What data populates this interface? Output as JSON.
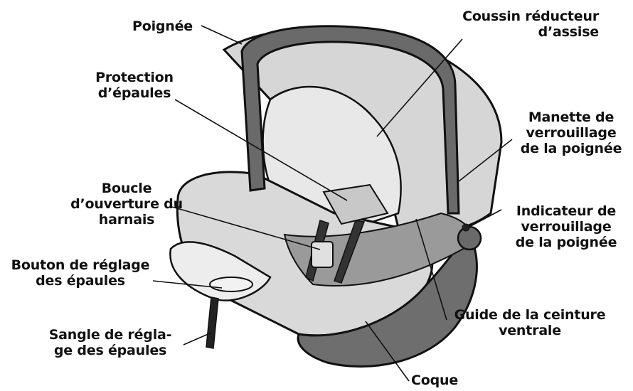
{
  "labels": {
    "poignee": [
      "Poignée"
    ],
    "coussin": [
      "Coussin réducteur",
      "d’assise"
    ],
    "protection": [
      "Protection",
      "d’épaules"
    ],
    "manette": [
      "Manette de",
      "verrouillage",
      "de la poignée"
    ],
    "boucle": [
      "Boucle",
      "d’ouverture du",
      "harnais"
    ],
    "indicateur": [
      "Indicateur de",
      "verrouillage",
      "de la poignée"
    ],
    "bouton": [
      "Bouton de réglage",
      "des épaules"
    ],
    "guide": [
      "Guide de la ceinture",
      "ventrale"
    ],
    "sangle": [
      "Sangle de régla-",
      "ge des épaules"
    ],
    "coque": [
      "Coque"
    ]
  },
  "colors": {
    "shell": "#6e6e6e",
    "handle": "#6a6a6a",
    "fabric": "#d6d6d6",
    "lines": "#111111"
  }
}
